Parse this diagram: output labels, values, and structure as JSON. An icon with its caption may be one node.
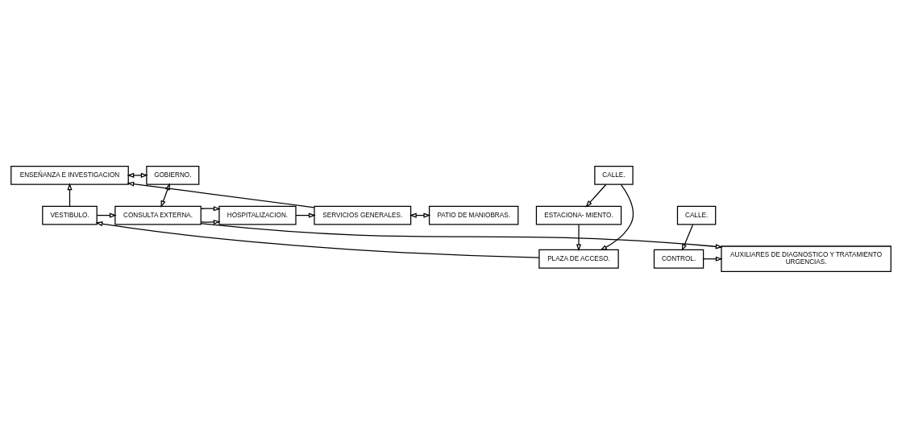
{
  "diagram": {
    "nodes": [
      {
        "text": [
          "ENSEÑANZA E INVESTIGACION"
        ]
      },
      {
        "text": [
          "GOBIERNO."
        ]
      },
      {
        "text": [
          "VESTIBULO."
        ]
      },
      {
        "text": [
          "CONSULTA EXTERNA."
        ]
      },
      {
        "text": [
          "HOSPITALIZACION."
        ]
      },
      {
        "text": [
          "SERVICIOS GENERALES."
        ]
      },
      {
        "text": [
          "PATIO DE MANIOBRAS."
        ]
      },
      {
        "text": [
          "PLAZA DE ACCESO."
        ]
      },
      {
        "text": [
          "AUXILIARES DE DIAGNOSTICO Y TRATAMIENTO",
          "URGENCIAS."
        ]
      },
      {
        "text": [
          "CONTROL."
        ]
      },
      {
        "text": [
          "ESTACIONA- MIENTO."
        ]
      },
      {
        "text": [
          "CALLE."
        ]
      },
      {
        "text": [
          "CALLE."
        ]
      }
    ],
    "edges": [
      {
        "from": 0,
        "to": 1,
        "arrow": "both"
      },
      {
        "from": 2,
        "to": 0,
        "arrow": "to"
      },
      {
        "from": 5,
        "to": 0,
        "arrow": "to"
      },
      {
        "from": 1,
        "to": 3,
        "arrow": "both"
      },
      {
        "from": 2,
        "to": 3,
        "arrow": "to"
      },
      {
        "from": 3,
        "to": 4,
        "arrow": "to"
      },
      {
        "from": 4,
        "to": 5,
        "arrow": "to"
      },
      {
        "from": 5,
        "to": 6,
        "arrow": "both"
      },
      {
        "from": 3,
        "to": 4,
        "arrow": "to"
      },
      {
        "from": 3,
        "to": 8,
        "arrow": "to"
      },
      {
        "from": 7,
        "to": 2,
        "arrow": "to"
      },
      {
        "from": 9,
        "to": 8,
        "arrow": "to"
      },
      {
        "from": 12,
        "to": 9,
        "arrow": "to"
      },
      {
        "from": 10,
        "to": 7,
        "arrow": "to"
      },
      {
        "from": 11,
        "to": 7,
        "arrow": "to"
      },
      {
        "from": 11,
        "to": 10,
        "arrow": "to"
      }
    ]
  }
}
